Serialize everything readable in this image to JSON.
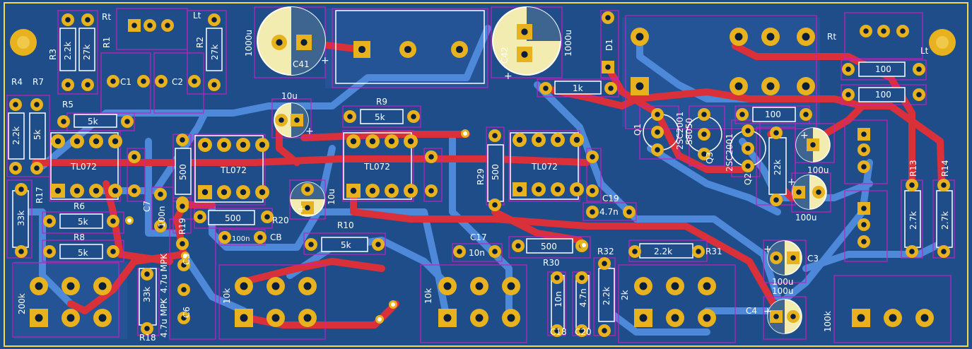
{
  "colors": {
    "board": "#1e4d8a",
    "copper_fill": "#2a5aa0",
    "trace_front": "#d9303a",
    "trace_back": "#4d88d9",
    "pad": "#e8b21e",
    "hole": "#0c1f3a",
    "silk": "#ffffff",
    "courtyard": "#c61fc0",
    "cap_band": "#f2ecb0",
    "outline": "#f2d84a"
  },
  "labels": {
    "rt_left": "Rt",
    "lt_left": "Lt",
    "r1": "R1",
    "r2": "R2",
    "r3": "R3",
    "r4": "R4",
    "r5": "R5",
    "r6": "R6",
    "r7": "R7",
    "r8": "R8",
    "r9": "R9",
    "r10": "R10",
    "r13": "R13",
    "r14": "R14",
    "r17": "R17",
    "r18": "R18",
    "r19": "R19",
    "r20": "R20",
    "r29": "R29",
    "r30": "R30",
    "r31": "R31",
    "r32": "R32",
    "c1": "C1",
    "c2": "C2",
    "c3": "C3",
    "c4": "C4",
    "c5": "C5",
    "c6": "C6",
    "c7": "C7",
    "c17": "C17",
    "c18": "C18",
    "c19": "C19",
    "c20": "C20",
    "c41": "C41",
    "c42": "C42",
    "cb": "CB",
    "d1": "D1",
    "q1": "Q1",
    "q2": "Q2",
    "q3": "Q3",
    "rt_right": "Rt",
    "lt_right": "Lt"
  },
  "values": {
    "v_2k2": "2.2k",
    "v_27k": "27k",
    "v_1000u": "1000u",
    "v_10u": "10u",
    "v_5k": "5k",
    "v_tl072": "TL072",
    "v_500": "500",
    "v_1k": "1k",
    "v_100": "100",
    "v_33k": "33k",
    "v_100n": "100n",
    "v_4_7u_mpk": "4.7u MPK",
    "v_200k": "200k",
    "v_10k": "10k",
    "v_10n": "10n",
    "v_4_7n": "4.7n",
    "v_2k": "2k",
    "v_22k": "22k",
    "v_100u": "100u",
    "v_100k": "100k",
    "v_2sc2001": "2SC2001",
    "v_s8050": "S8050",
    "v_2_7k": "2.7k"
  }
}
